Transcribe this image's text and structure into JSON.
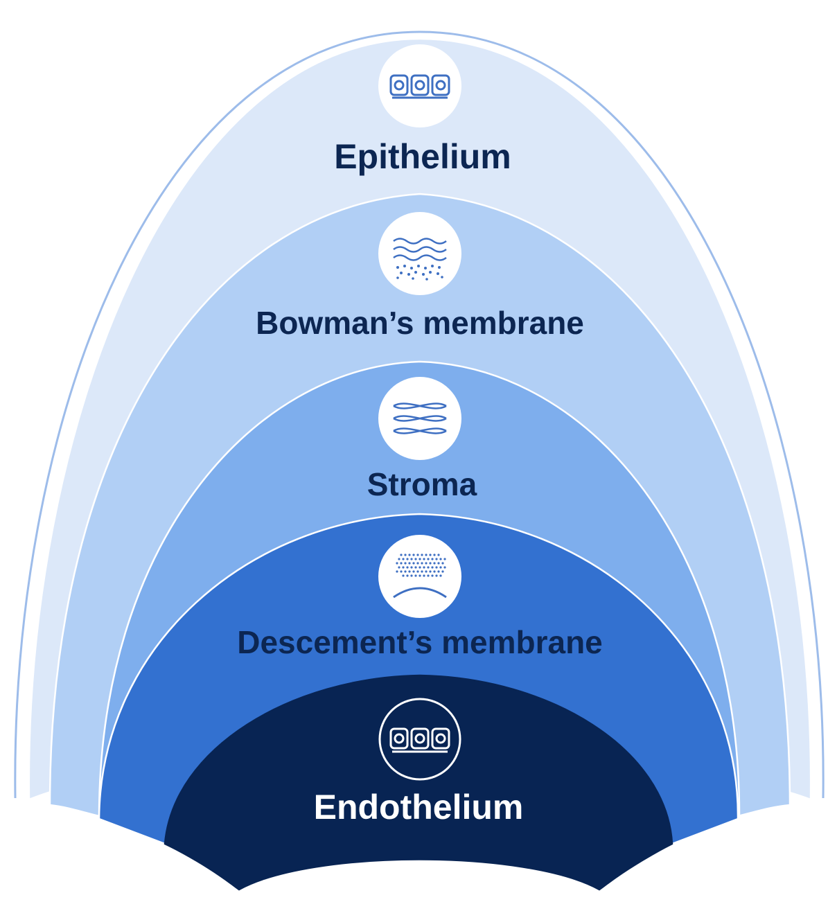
{
  "layers": [
    {
      "name": "Epithelium",
      "icon": "epithelial-cells-icon",
      "fill": "#dce8f9",
      "stroke": "#7ea6e3",
      "text_color": "#0c2652",
      "icon_bg": "#ffffff",
      "icon_color": "#3e6fc2"
    },
    {
      "name": "Bowman’s membrane",
      "icon": "wavy-lines-dots-icon",
      "fill": "#b1cff5",
      "stroke": "#6f9be0",
      "text_color": "#0c2652",
      "icon_bg": "#ffffff",
      "icon_color": "#3e6fc2"
    },
    {
      "name": "Stroma",
      "icon": "interwoven-fibers-icon",
      "fill": "#7eaeed",
      "stroke": "#5a8ad6",
      "text_color": "#0c2652",
      "icon_bg": "#ffffff",
      "icon_color": "#3e6fc2"
    },
    {
      "name": "Descement’s membrane",
      "icon": "dotted-arc-icon",
      "fill": "#3371d0",
      "stroke": "#2a5fb8",
      "text_color": "#0c2652",
      "icon_bg": "#ffffff",
      "icon_color": "#3e6fc2"
    },
    {
      "name": "Endothelium",
      "icon": "endothelial-cells-icon",
      "fill": "#082453",
      "stroke": "#082453",
      "text_color": "#ffffff",
      "icon_bg": "#082453",
      "icon_color": "#ffffff"
    }
  ]
}
